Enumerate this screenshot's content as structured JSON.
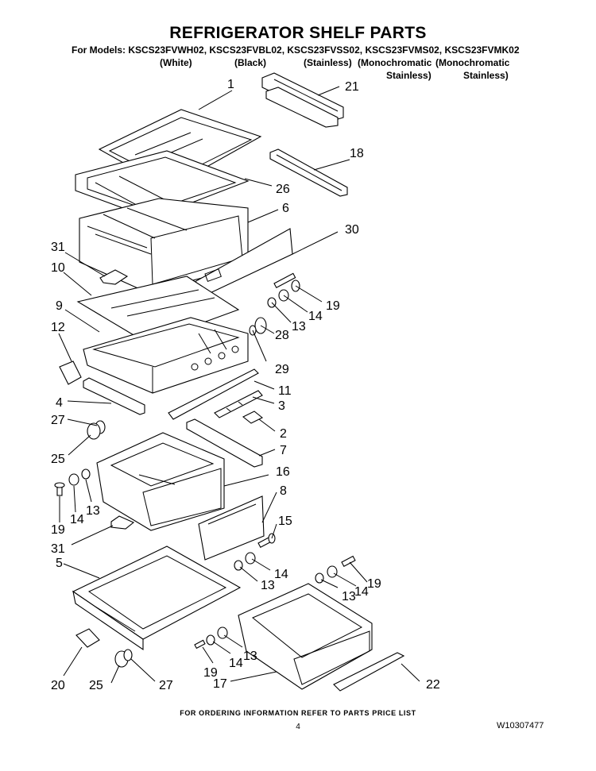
{
  "title": "REFRIGERATOR SHELF PARTS",
  "models_line": "For Models: KSCS23FVWH02, KSCS23FVBL02, KSCS23FVSS02, KSCS23FVMS02, KSCS23FVMK02",
  "variants": {
    "white": "(White)",
    "black": "(Black)",
    "stainless": "(Stainless)",
    "mono1_a": "(Monochromatic",
    "mono1_b": "Stainless)",
    "mono2_a": "(Monochromatic",
    "mono2_b": "Stainless)"
  },
  "callouts": {
    "c1": "1",
    "c21": "21",
    "c18": "18",
    "c26": "26",
    "c6": "6",
    "c30": "30",
    "c31a": "31",
    "c10": "10",
    "c9": "9",
    "c12": "12",
    "c19a": "19",
    "c14a": "14",
    "c13a": "13",
    "c28": "28",
    "c29": "29",
    "c11": "11",
    "c3": "3",
    "c4": "4",
    "c27a": "27",
    "c2": "2",
    "c25a": "25",
    "c7": "7",
    "c16": "16",
    "c8": "8",
    "c19b": "19",
    "c14b": "14",
    "c13b": "13",
    "c31b": "31",
    "c15": "15",
    "c5": "5",
    "c14c": "14",
    "c13c": "13",
    "c13d": "13",
    "c14d": "14",
    "c19c": "19",
    "c19d": "19",
    "c14e": "14",
    "c13e": "13",
    "c20": "20",
    "c25b": "25",
    "c27b": "27",
    "c17": "17",
    "c22": "22"
  },
  "footer": {
    "ordering_note": "FOR ORDERING INFORMATION REFER TO PARTS PRICE LIST",
    "page": "4",
    "doc_number": "W10307477"
  }
}
